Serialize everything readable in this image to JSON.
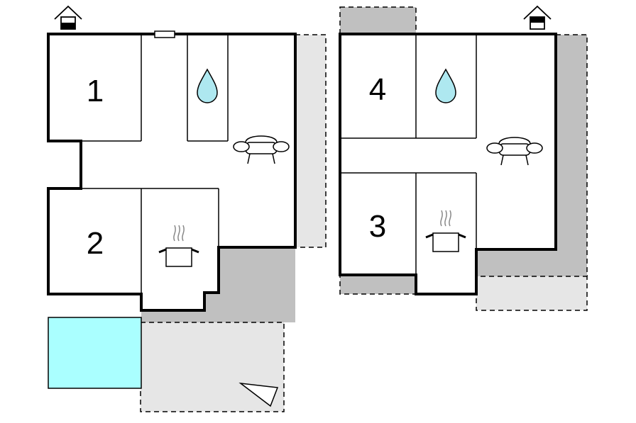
{
  "floorplan": {
    "rooms": [
      {
        "label": "1"
      },
      {
        "label": "2"
      },
      {
        "label": "3"
      },
      {
        "label": "4"
      }
    ],
    "icons": {
      "left_floor_indicator": "ground-floor-house-icon",
      "right_floor_indicator": "upper-floor-house-icon",
      "bathroom": "water-drop-icon",
      "living": "sofa-icon",
      "kitchen": "cooking-pot-icon",
      "pool": "pool-area",
      "terrace": "terrace-area",
      "sun_lounger": "sun-lounger-icon",
      "window": "window-icon"
    },
    "colors": {
      "wall": "#000000",
      "terrace_dark": "#c0c0c0",
      "terrace_light": "#e6e6e6",
      "pool": "#aaffff",
      "water_drop": "#aee8f0"
    }
  }
}
